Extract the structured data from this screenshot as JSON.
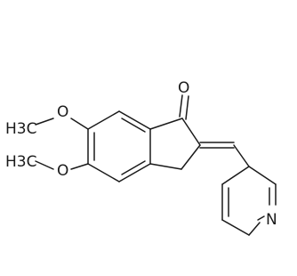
{
  "molecule": {
    "labels": {
      "carbonyl_oxygen": "O",
      "methoxy_oxygen_1": "O",
      "methoxy_oxygen_2": "O",
      "pyridine_nitrogen": "N",
      "methyl_1": "H3C",
      "methyl_2": "H3C"
    }
  }
}
